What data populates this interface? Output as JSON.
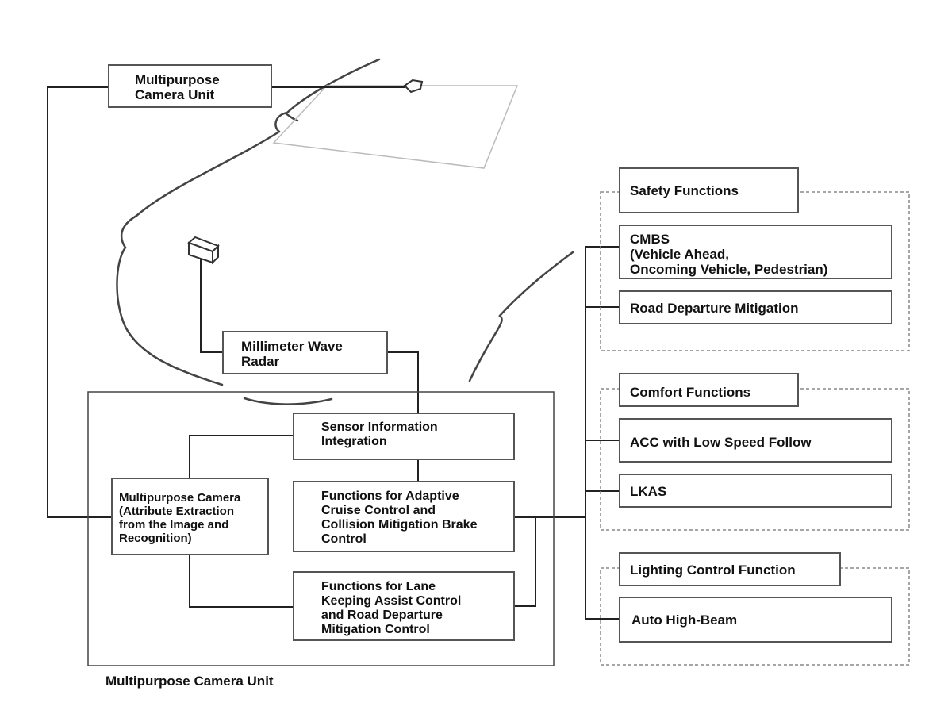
{
  "diagram": {
    "top_camera_label": "Multipurpose\nCamera Unit",
    "radar_label": "Millimeter Wave\nRadar",
    "sensor_integration_label": "Sensor Information\nIntegration",
    "camera_recognition_label": "Multipurpose Camera\n(Attribute Extraction\nfrom the Image and\nRecognition)",
    "acc_cmbs_functions_label": "Functions for Adaptive\nCruise Control and\nCollision Mitigation Brake\nControl",
    "lkas_rdm_functions_label": "Functions for Lane\nKeeping Assist Control\nand Road Departure\nMitigation Control",
    "unit_caption": "Multipurpose Camera Unit",
    "groups": {
      "safety": {
        "title": "Safety Functions",
        "items": [
          "CMBS\n(Vehicle Ahead,\nOncoming Vehicle, Pedestrian)",
          "Road Departure Mitigation"
        ]
      },
      "comfort": {
        "title": "Comfort Functions",
        "items": [
          "ACC with Low Speed Follow",
          "LKAS"
        ]
      },
      "lighting": {
        "title": "Lighting Control Function",
        "items": [
          "Auto High-Beam"
        ]
      }
    }
  }
}
